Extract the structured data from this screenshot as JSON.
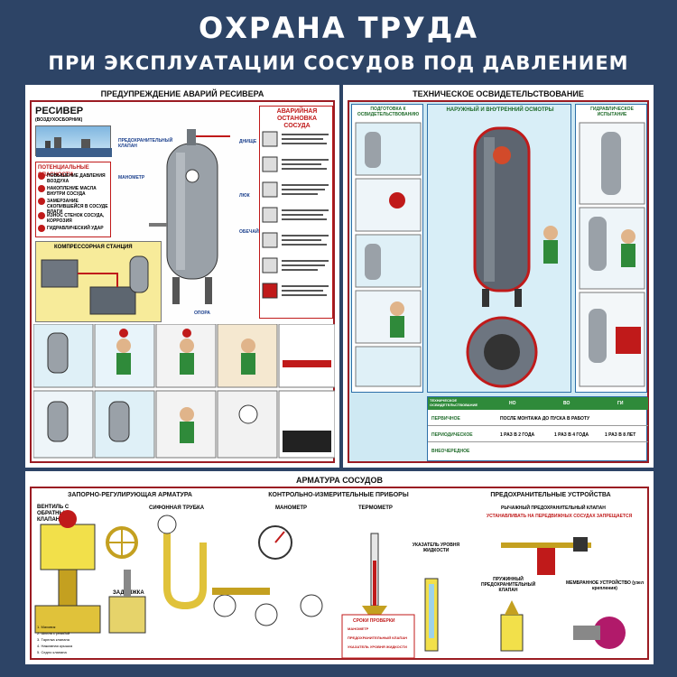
{
  "poster": {
    "title": "ОХРАНА ТРУДА",
    "subtitle": "ПРИ ЭКСПЛУАТАЦИИ СОСУДОВ ПОД ДАВЛЕНИЕМ"
  },
  "panels": {
    "left_title": "ПРЕДУПРЕЖДЕНИЕ АВАРИЙ РЕСИВЕРА",
    "right_title": "ТЕХНИЧЕСКОЕ ОСВИДЕТЕЛЬСТВОВАНИЕ",
    "bottom_title": "АРМАТУРА СОСУДОВ"
  },
  "left": {
    "receiver_title": "РЕСИВЕР",
    "receiver_sub": "(ВОЗДУХОСБОРНИК)",
    "hazards_title": "ПОТЕНЦИАЛЬНЫЕ ОПАСНОСТИ",
    "hazards": [
      "ПОВЫШЕНИЕ ДАВЛЕНИЯ ВОЗДУХА",
      "НАКОПЛЕНИЕ МАСЛА ВНУТРИ СОСУДА",
      "ЗАМЕРЗАНИЕ СКОПИВШЕЙСЯ В СОСУДЕ ВЛАГИ",
      "ИЗНОС СТЕНОК СОСУДА, КОРРОЗИЯ",
      "ГИДРАВЛИЧЕСКИЙ УДАР"
    ],
    "station_title": "КОМПРЕССОРНАЯ СТАНЦИЯ",
    "stop_title": "АВАРИЙНАЯ ОСТАНОВКА СОСУДА",
    "parts": [
      "ПРЕДОХРАНИТЕЛЬНЫЙ КЛАПАН",
      "МАНОМЕТР",
      "ДНИЩЕ",
      "ЛЮК",
      "ОБЕЧАЙКА",
      "ОПОРА"
    ]
  },
  "right": {
    "prep_title": "ПОДГОТОВКА К ОСВИДЕТЕЛЬСТВОВАНИЮ",
    "inspect_title": "НАРУЖНЫЙ И ВНУТРЕННИЙ ОСМОТРЫ",
    "hydro_title": "ГИДРАВЛИЧЕСКОЕ ИСПЫТАНИЕ",
    "table_head": [
      "ТЕХНИЧЕСКОЕ ОСВИДЕТЕЛЬСТВОВАНИЕ",
      "НО",
      "ВО",
      "ГИ"
    ],
    "table_rows": [
      [
        "ПЕРВИЧНОЕ",
        "ПОСЛЕ МОНТАЖА ДО ПУСКА В РАБОТУ"
      ],
      [
        "ПЕРИОДИЧЕСКОЕ",
        "1 РАЗ В 2 ГОДА",
        "1 РАЗ В 4 ГОДА",
        "1 РАЗ В 8 ЛЕТ"
      ],
      [
        "ВНЕОЧЕРЕДНОЕ",
        ""
      ]
    ]
  },
  "bottom": {
    "shutoff_title": "ЗАПОРНО-РЕГУЛИРУЮЩАЯ АРМАТУРА",
    "instruments_title": "КОНТРОЛЬНО-ИЗМЕРИТЕЛЬНЫЕ ПРИБОРЫ",
    "safety_title": "ПРЕДОХРАНИТЕЛЬНЫЕ УСТРОЙСТВА",
    "valve_label": "ВЕНТИЛЬ С ОБРАТНЫМ КЛАПАНОМ",
    "siphon_label": "СИФОННАЯ ТРУБКА",
    "gate_label": "ЗАДВИЖКА",
    "manometer_label": "МАНОМЕТР",
    "thermometer_label": "ТЕРМОМЕТР",
    "level_label": "УКАЗАТЕЛЬ УРОВНЯ ЖИДКОСТИ",
    "lever_valve_label": "РЫЧАЖНЫЙ ПРЕДОХРАНИТЕЛЬНЫЙ КЛАПАН",
    "lever_valve_note": "УСТАНАВЛИВАТЬ НА ПЕРЕДВИЖНЫХ СОСУДАХ ЗАПРЕЩАЕТСЯ",
    "spring_valve_label": "ПРУЖИННЫЙ ПРЕДОХРАНИТЕЛЬНЫЙ КЛАПАН",
    "membrane_label": "МЕМБРАННОЕ УСТРОЙСТВО (узел крепления)",
    "checks_title": "СРОКИ ПРОВЕРКИ",
    "checks": [
      "МАНОМЕТР",
      "ПРЕДОХРАНИТЕЛЬНЫЙ КЛАПАН",
      "УКАЗАТЕЛЬ УРОВНЯ ЖИДКОСТИ"
    ],
    "legend": [
      "1. Маховик",
      "2. Шпиль с резьбой",
      "3. Тарелка клапана",
      "4. Нажимная крышка",
      "5. Седло клапана"
    ]
  },
  "colors": {
    "background": "#2d4466",
    "frame_red": "#9b1c23",
    "sky_blue": "#bfe3f2",
    "steel": "#8c9399",
    "accent_yellow": "#f6e27a"
  }
}
